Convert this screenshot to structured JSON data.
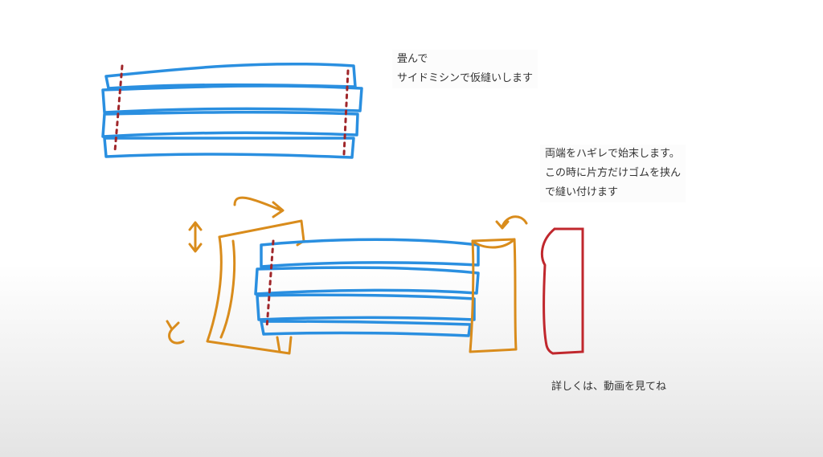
{
  "notes": {
    "fold": [
      "畳んで",
      "サイドミシンで仮縫いします"
    ],
    "ends": [
      "両端をハギレで始末します。",
      "この時に片方だけゴムを挟ん",
      "で縫い付けます"
    ],
    "video": "詳しくは、動画を見てね"
  },
  "colors": {
    "fabric": "#2a8fe0",
    "binding": "#d98c1c",
    "elastic": "#c0272d"
  }
}
